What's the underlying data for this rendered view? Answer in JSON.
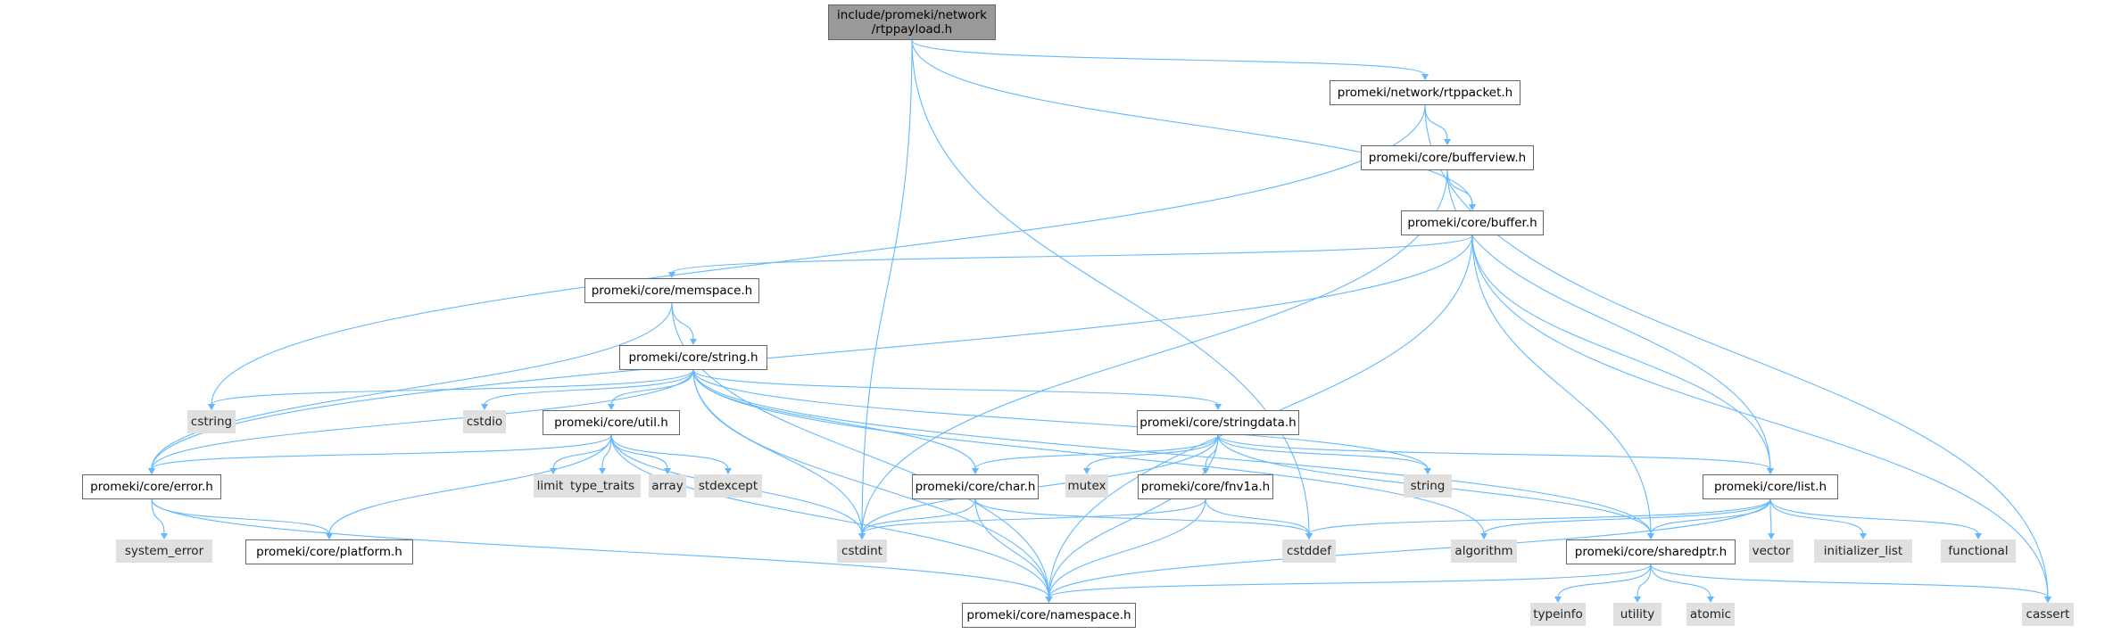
{
  "graph": {
    "edge_color": "#63b8ff",
    "nodes": [
      {
        "id": "root",
        "label": "include/promeki/network\n/rtppayload.h",
        "kind": "root"
      },
      {
        "id": "rtppacket",
        "label": "promeki/network/rtppacket.h",
        "kind": "local"
      },
      {
        "id": "bufferview",
        "label": "promeki/core/bufferview.h",
        "kind": "local"
      },
      {
        "id": "buffer",
        "label": "promeki/core/buffer.h",
        "kind": "local"
      },
      {
        "id": "memspace",
        "label": "promeki/core/memspace.h",
        "kind": "local"
      },
      {
        "id": "string",
        "label": "promeki/core/string.h",
        "kind": "local"
      },
      {
        "id": "util",
        "label": "promeki/core/util.h",
        "kind": "local"
      },
      {
        "id": "stringdata",
        "label": "promeki/core/stringdata.h",
        "kind": "local"
      },
      {
        "id": "error",
        "label": "promeki/core/error.h",
        "kind": "local"
      },
      {
        "id": "char",
        "label": "promeki/core/char.h",
        "kind": "local"
      },
      {
        "id": "fnv1a",
        "label": "promeki/core/fnv1a.h",
        "kind": "local"
      },
      {
        "id": "list",
        "label": "promeki/core/list.h",
        "kind": "local"
      },
      {
        "id": "sharedptr",
        "label": "promeki/core/sharedptr.h",
        "kind": "local"
      },
      {
        "id": "platform",
        "label": "promeki/core/platform.h",
        "kind": "local"
      },
      {
        "id": "namespace",
        "label": "promeki/core/namespace.h",
        "kind": "local"
      },
      {
        "id": "cstring",
        "label": "cstring",
        "kind": "sys"
      },
      {
        "id": "cstdio",
        "label": "cstdio",
        "kind": "sys"
      },
      {
        "id": "limits",
        "label": "limits",
        "kind": "sys"
      },
      {
        "id": "type_traits",
        "label": "type_traits",
        "kind": "sys"
      },
      {
        "id": "array",
        "label": "array",
        "kind": "sys"
      },
      {
        "id": "stdexcept",
        "label": "stdexcept",
        "kind": "sys"
      },
      {
        "id": "mutex",
        "label": "mutex",
        "kind": "sys"
      },
      {
        "id": "string_std",
        "label": "string",
        "kind": "sys"
      },
      {
        "id": "system_error",
        "label": "system_error",
        "kind": "sys"
      },
      {
        "id": "cstdint",
        "label": "cstdint",
        "kind": "sys"
      },
      {
        "id": "cstddef",
        "label": "cstddef",
        "kind": "sys"
      },
      {
        "id": "algorithm",
        "label": "algorithm",
        "kind": "sys"
      },
      {
        "id": "vector",
        "label": "vector",
        "kind": "sys"
      },
      {
        "id": "initializer_list",
        "label": "initializer_list",
        "kind": "sys"
      },
      {
        "id": "functional",
        "label": "functional",
        "kind": "sys"
      },
      {
        "id": "cassert",
        "label": "cassert",
        "kind": "sys"
      },
      {
        "id": "typeinfo",
        "label": "typeinfo",
        "kind": "sys"
      },
      {
        "id": "utility",
        "label": "utility",
        "kind": "sys"
      },
      {
        "id": "atomic",
        "label": "atomic",
        "kind": "sys"
      }
    ],
    "edges": [
      [
        "root",
        "rtppacket"
      ],
      [
        "root",
        "buffer"
      ],
      [
        "root",
        "cstdint"
      ],
      [
        "root",
        "cstddef"
      ],
      [
        "rtppacket",
        "bufferview"
      ],
      [
        "rtppacket",
        "cstring"
      ],
      [
        "rtppacket",
        "cassert"
      ],
      [
        "bufferview",
        "buffer"
      ],
      [
        "bufferview",
        "list"
      ],
      [
        "bufferview",
        "cstdint"
      ],
      [
        "buffer",
        "memspace"
      ],
      [
        "buffer",
        "error"
      ],
      [
        "buffer",
        "list"
      ],
      [
        "buffer",
        "sharedptr"
      ],
      [
        "buffer",
        "namespace"
      ],
      [
        "buffer",
        "cassert"
      ],
      [
        "memspace",
        "string"
      ],
      [
        "memspace",
        "error"
      ],
      [
        "memspace",
        "namespace"
      ],
      [
        "string",
        "cstring"
      ],
      [
        "string",
        "cstdio"
      ],
      [
        "string",
        "util"
      ],
      [
        "string",
        "stringdata"
      ],
      [
        "string",
        "char"
      ],
      [
        "string",
        "error"
      ],
      [
        "string",
        "cstdint"
      ],
      [
        "string",
        "string_std"
      ],
      [
        "string",
        "algorithm"
      ],
      [
        "string",
        "sharedptr"
      ],
      [
        "string",
        "namespace"
      ],
      [
        "util",
        "error"
      ],
      [
        "util",
        "limits"
      ],
      [
        "util",
        "type_traits"
      ],
      [
        "util",
        "array"
      ],
      [
        "util",
        "stdexcept"
      ],
      [
        "util",
        "platform"
      ],
      [
        "util",
        "cstdint"
      ],
      [
        "util",
        "namespace"
      ],
      [
        "stringdata",
        "char"
      ],
      [
        "stringdata",
        "mutex"
      ],
      [
        "stringdata",
        "fnv1a"
      ],
      [
        "stringdata",
        "string_std"
      ],
      [
        "stringdata",
        "list"
      ],
      [
        "stringdata",
        "sharedptr"
      ],
      [
        "stringdata",
        "cstdint"
      ],
      [
        "stringdata",
        "namespace"
      ],
      [
        "error",
        "system_error"
      ],
      [
        "error",
        "platform"
      ],
      [
        "error",
        "namespace"
      ],
      [
        "char",
        "cstdint"
      ],
      [
        "char",
        "cstddef"
      ],
      [
        "char",
        "namespace"
      ],
      [
        "fnv1a",
        "cstdint"
      ],
      [
        "fnv1a",
        "cstddef"
      ],
      [
        "fnv1a",
        "namespace"
      ],
      [
        "list",
        "cstddef"
      ],
      [
        "list",
        "algorithm"
      ],
      [
        "list",
        "sharedptr"
      ],
      [
        "list",
        "vector"
      ],
      [
        "list",
        "initializer_list"
      ],
      [
        "list",
        "functional"
      ],
      [
        "list",
        "namespace"
      ],
      [
        "sharedptr",
        "typeinfo"
      ],
      [
        "sharedptr",
        "utility"
      ],
      [
        "sharedptr",
        "atomic"
      ],
      [
        "sharedptr",
        "cassert"
      ],
      [
        "sharedptr",
        "namespace"
      ]
    ]
  }
}
